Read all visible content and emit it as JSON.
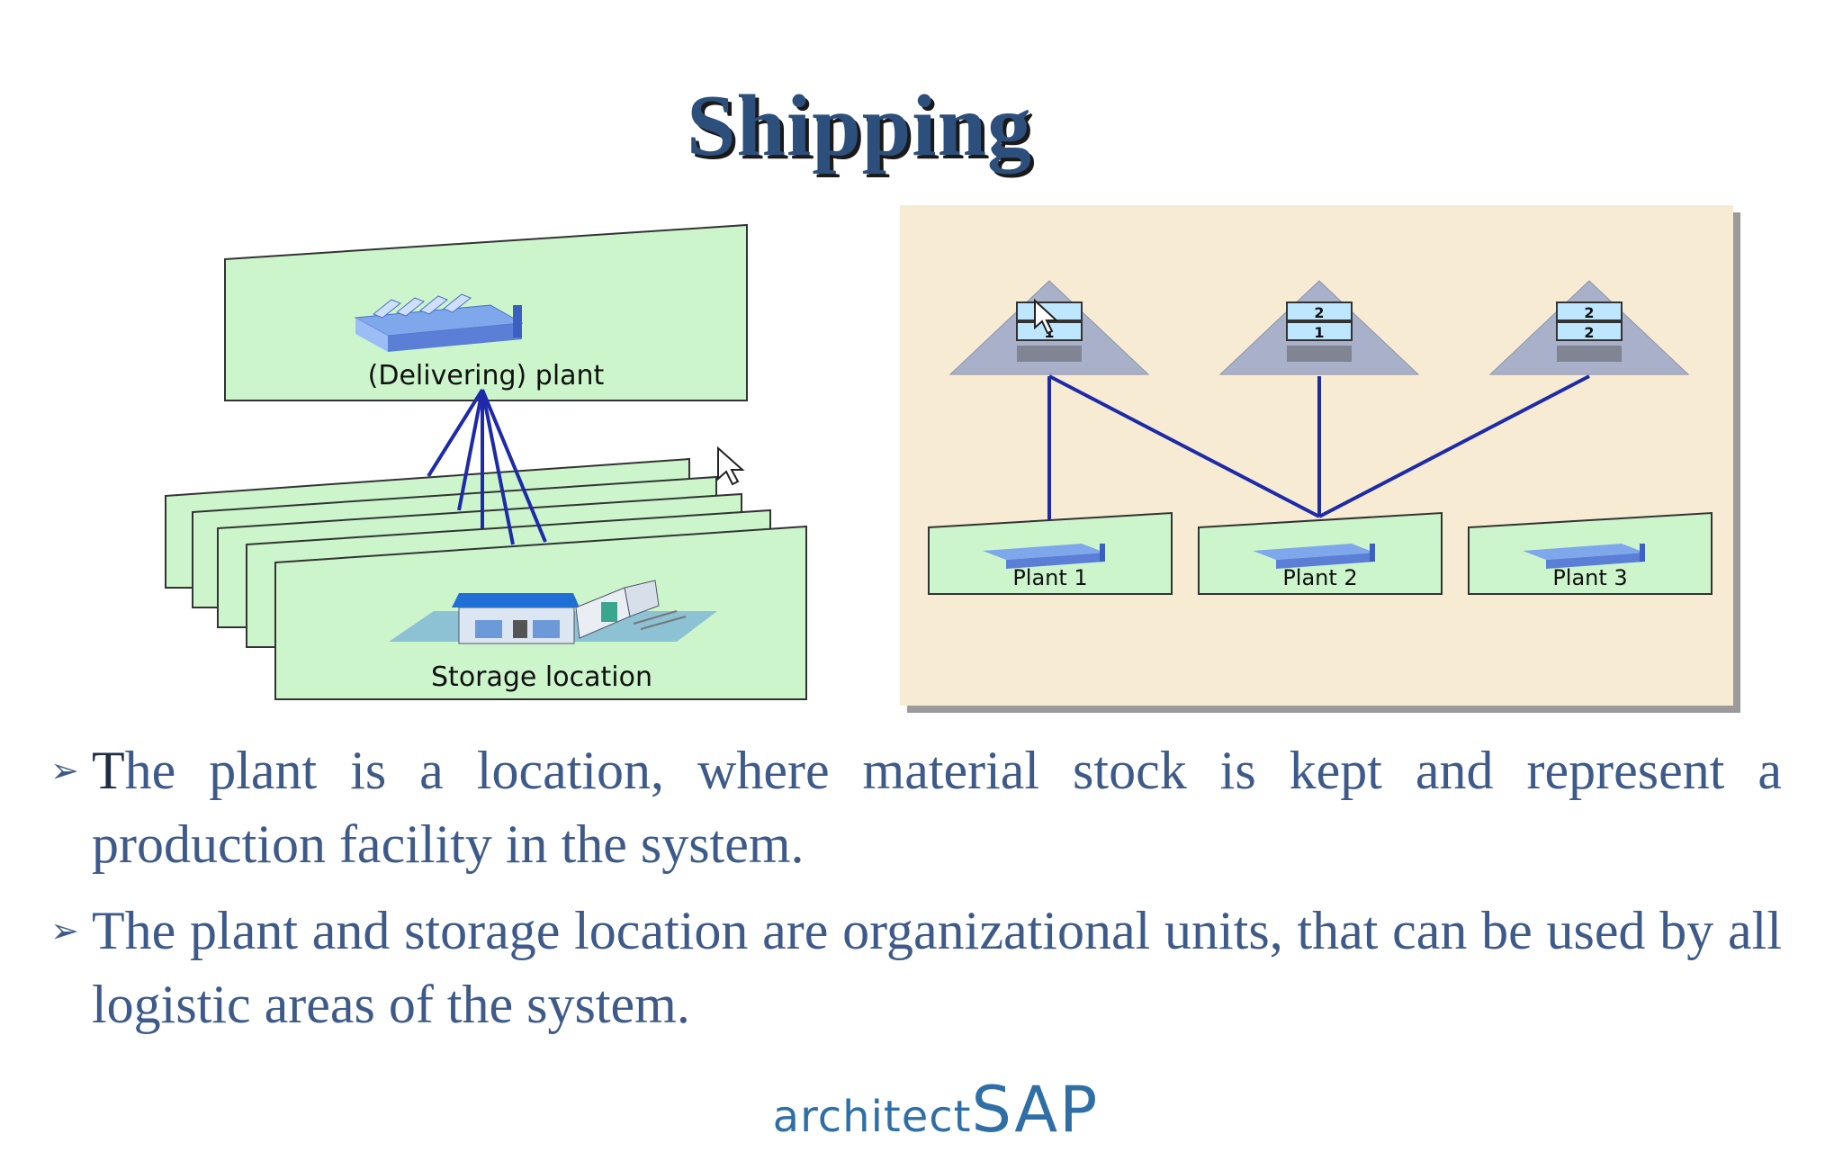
{
  "slide": {
    "title": "Shipping"
  },
  "left_diagram": {
    "plant_label": "(Delivering) plant",
    "storage_label": "Storage location"
  },
  "right_diagram": {
    "warehouses": [
      {
        "top": "",
        "bottom": "1"
      },
      {
        "top": "2",
        "bottom": "1"
      },
      {
        "top": "2",
        "bottom": "2"
      }
    ],
    "plants": [
      "Plant 1",
      "Plant 2",
      "Plant 3"
    ]
  },
  "bullets": [
    {
      "first": "T",
      "rest": "he plant is a location, where material stock is kept and  represent a production facility in the system."
    },
    {
      "first": "",
      "rest": "The plant and storage location are organizational units, that can be used by all logistic areas of the system."
    }
  ],
  "brand": {
    "part1": "architect",
    "part2": "SAP"
  },
  "colors": {
    "title": "#2d4f7c",
    "text": "#3d5a8a",
    "box_fill": "#ccf5cc",
    "diagram_bg": "#f7ecd3",
    "line": "#1e2aa8",
    "warehouse": "#a9b0c9",
    "brand": "#2f6fa6"
  }
}
